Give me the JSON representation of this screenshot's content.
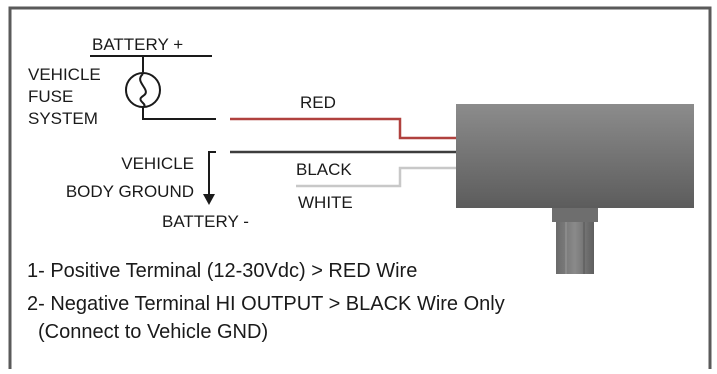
{
  "labels": {
    "battery_plus": "BATTERY +",
    "vehicle_fuse_system": [
      "VEHICLE",
      "FUSE",
      "SYSTEM"
    ],
    "vehicle_body_ground": [
      "VEHICLE",
      "BODY GROUND"
    ],
    "battery_minus": "BATTERY -",
    "red_wire": "RED",
    "black_wire": "BLACK",
    "white_wire": "WHITE"
  },
  "notes": [
    "1- Positive Terminal (12-30Vdc) > RED Wire",
    "2- Negative Terminal HI OUTPUT > BLACK Wire Only",
    "(Connect to Vehicle GND)"
  ],
  "colors": {
    "border": "#5a5a5a",
    "red_wire": "#b0413e",
    "black_wire": "#3d3d3d",
    "white_wire": "#c8c8c8",
    "sensor_body": "#7a7a7a",
    "ink": "#1a1a1a"
  }
}
